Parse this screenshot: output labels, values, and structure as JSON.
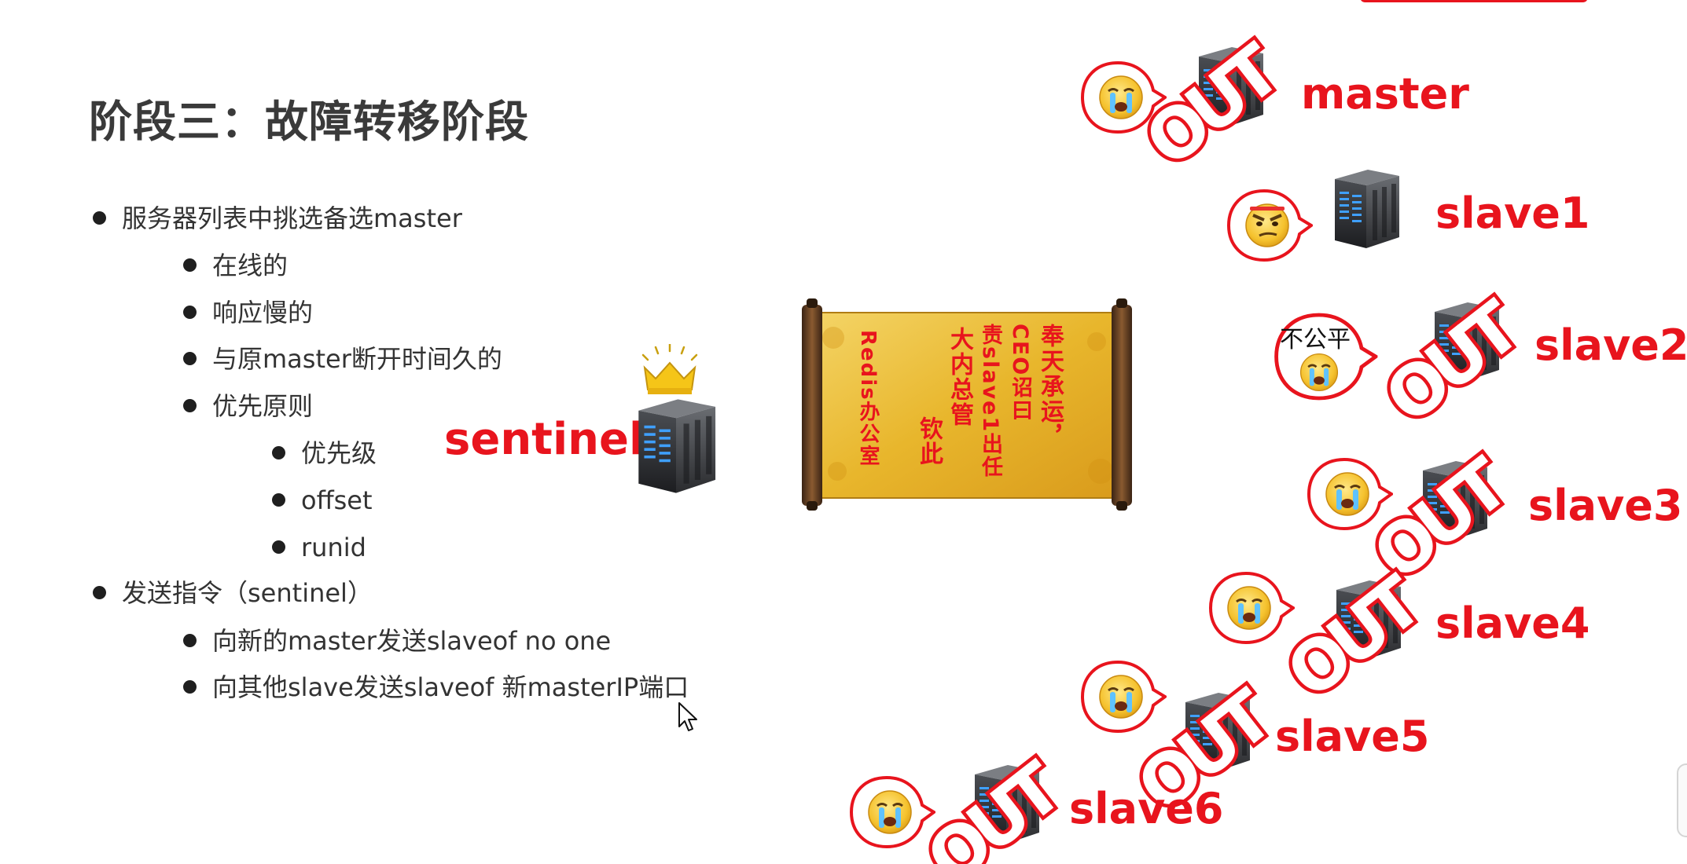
{
  "title": "阶段三：故障转移阶段",
  "bullets": {
    "b1": "服务器列表中挑选备选master",
    "b1_1": "在线的",
    "b1_2": "响应慢的",
    "b1_3": "与原master断开时间久的",
    "b1_4": "优先原则",
    "b1_4_1": "优先级",
    "b1_4_2": "offset",
    "b1_4_3": "runid",
    "b2": "发送指令（sentinel）",
    "b2_1": "向新的master发送slaveof no one",
    "b2_2": "向其他slave发送slaveof 新masterIP端口"
  },
  "sentinel": {
    "label": "sentinel"
  },
  "scroll": {
    "col1": "奉天承运，",
    "col2": "CEO诏曰",
    "col3": "责slave1出任",
    "col4": "大内总管",
    "col5": "钦此",
    "col6": "Redis办公室"
  },
  "nodes": {
    "master": "master",
    "slave1": "slave1",
    "slave2": "slave2",
    "slave3": "slave3",
    "slave4": "slave4",
    "slave5": "slave5",
    "slave6": "slave6",
    "bubble_text_slave2": "不公平",
    "out_label": "OUT"
  },
  "icons": {
    "server": "server-icon",
    "crown": "crown-icon",
    "crying_face": "crying-face-icon",
    "angry_face": "smirking-face-icon",
    "cursor": "mouse-cursor-icon",
    "scroll": "imperial-edict-scroll-icon"
  },
  "colors": {
    "accent_red": "#e8141d",
    "text_dark": "#333333",
    "title_gray": "#3a3a3a",
    "scroll_gold": "#e3b52a"
  }
}
